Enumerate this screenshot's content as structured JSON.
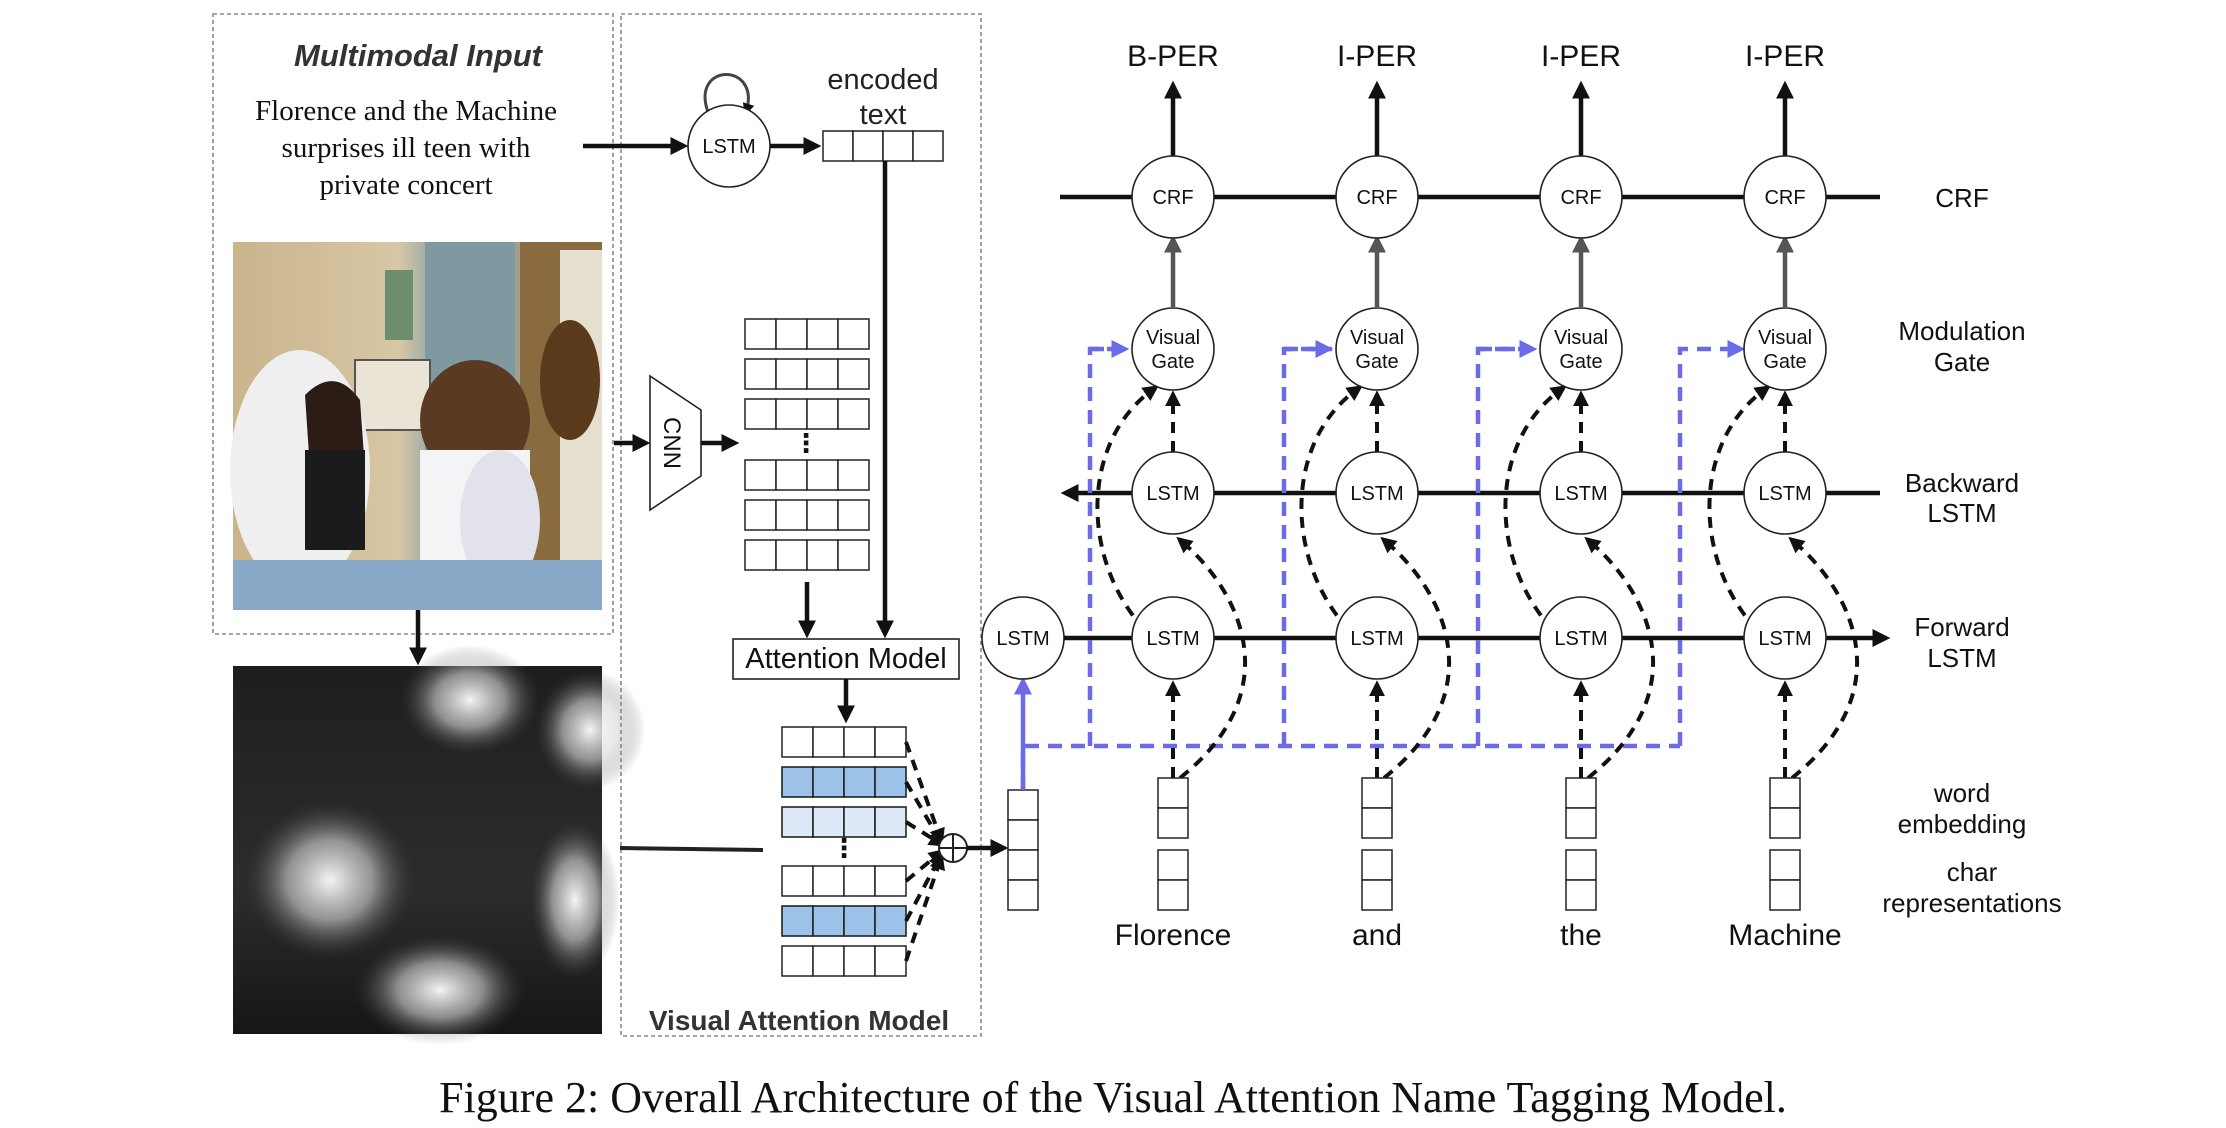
{
  "caption": "Figure 2: Overall Architecture of the Visual Attention Name Tagging Model.",
  "multimodal_input": {
    "title": "Multimodal Input",
    "sentence_lines": [
      "Florence and the Machine",
      "surprises ill teen with",
      "private concert"
    ]
  },
  "visual_attention": {
    "title": "Visual Attention Model",
    "encoded_text": [
      "encoded",
      "text"
    ],
    "cnn_label": "CNN",
    "attention_model_label": "Attention Model",
    "lstm_label": "LSTM",
    "ellipsis": "⋮"
  },
  "tagger": {
    "tags": [
      "B-PER",
      "I-PER",
      "I-PER",
      "I-PER"
    ],
    "words": [
      "Florence",
      "and",
      "the",
      "Machine"
    ],
    "crf_label": "CRF",
    "gate_label": [
      "Visual",
      "Gate"
    ],
    "lstm_label": "LSTM",
    "layer_labels": {
      "crf": "CRF",
      "modulation_gate": [
        "Modulation",
        "Gate"
      ],
      "backward_lstm": [
        "Backward",
        "LSTM"
      ],
      "forward_lstm": [
        "Forward",
        "LSTM"
      ],
      "word_embedding": [
        "word",
        "embedding"
      ],
      "char_representations": [
        "char",
        "representations"
      ]
    }
  },
  "colors": {
    "attention_highlight": "#9cc2ea",
    "attention_light": "#dde9f6",
    "visual_link": "#6b6be8"
  }
}
